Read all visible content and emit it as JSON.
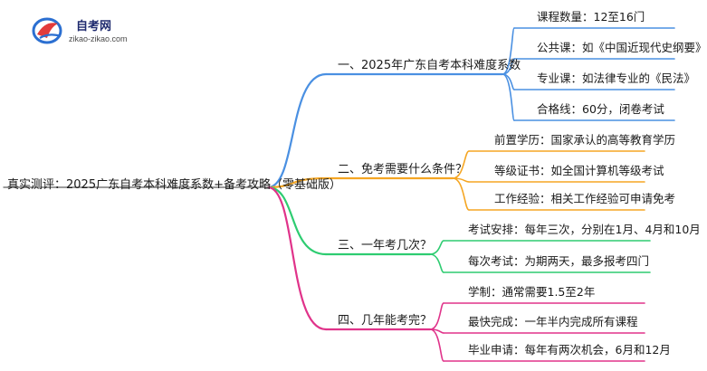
{
  "logo": {
    "title": "自考网",
    "url": "zikao-zikao.com"
  },
  "root": {
    "label": "真实测评：2025广东自考本科难度系数+备考攻略（零基础版）"
  },
  "branches": [
    {
      "label": "一、2025年广东自考本科难度系数",
      "color": "#4a90e2",
      "leaves": [
        "课程数量：12至16门",
        "公共课：如《中国近现代史纲要》",
        "专业课：如法律专业的《民法》",
        "合格线：60分，闭卷考试"
      ]
    },
    {
      "label": "二、免考需要什么条件？",
      "color": "#f5a623",
      "leaves": [
        "前置学历：国家承认的高等教育学历",
        "等级证书：如全国计算机等级考试",
        "工作经验：相关工作经验可申请免考"
      ]
    },
    {
      "label": "三、一年考几次？",
      "color": "#2ecc71",
      "leaves": [
        "考试安排：每年三次，分别在1月、4月和10月",
        "每次考试：为期两天，最多报考四门"
      ]
    },
    {
      "label": "四、几年能考完？",
      "color": "#e0338a",
      "leaves": [
        "学制：通常需要1.5至2年",
        "最快完成：一年半内完成所有课程",
        "毕业申请：每年有两次机会，6月和12月"
      ]
    }
  ]
}
